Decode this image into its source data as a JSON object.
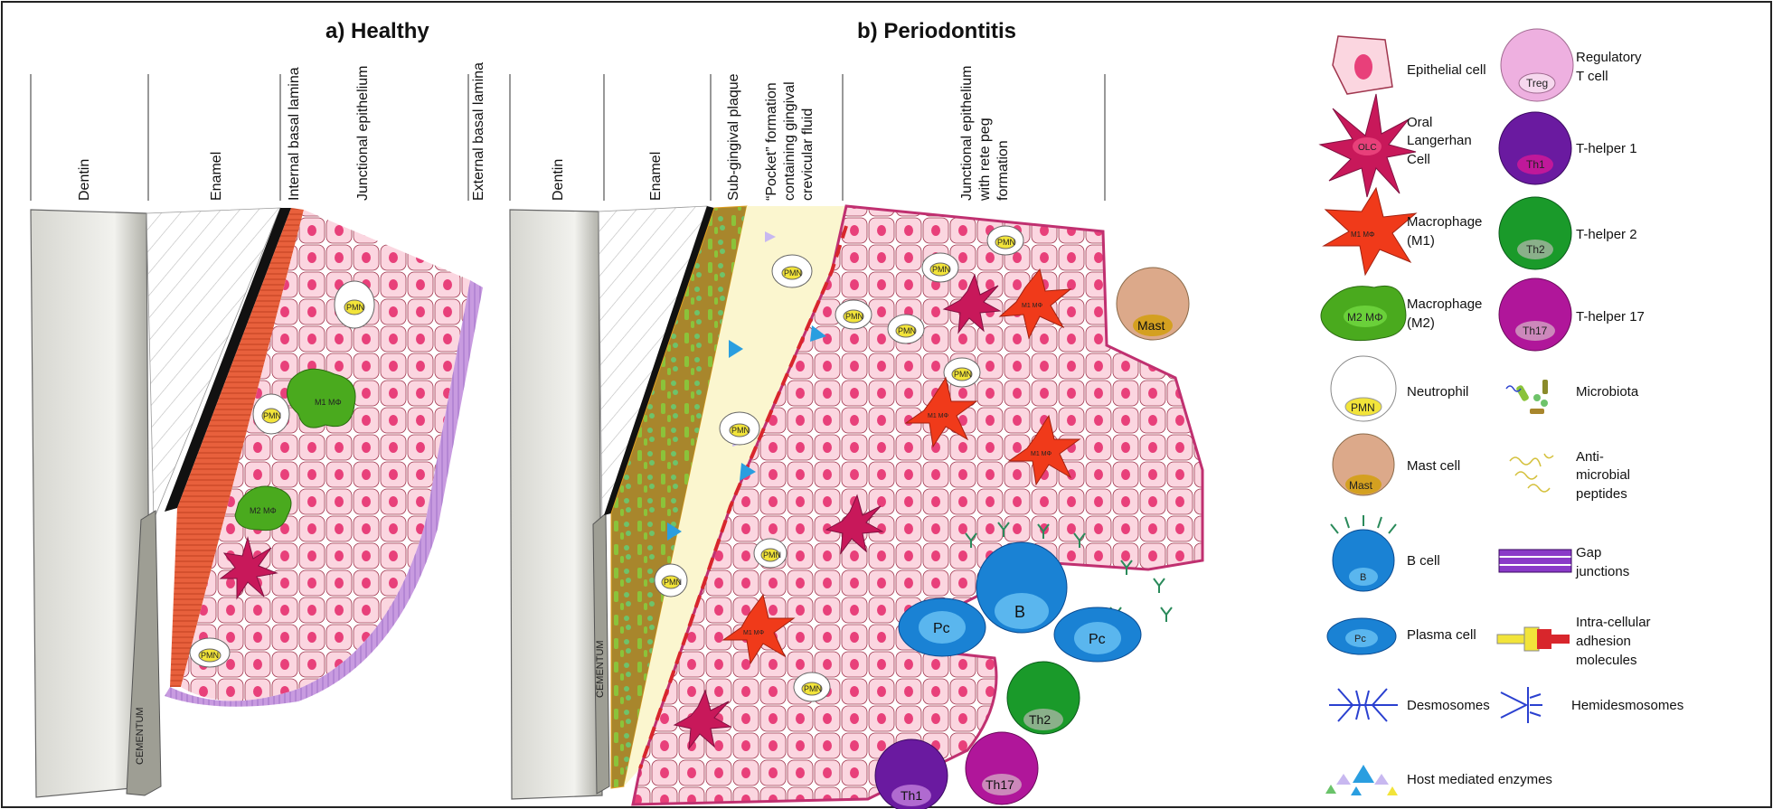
{
  "titles": {
    "healthy": "a) Healthy",
    "periodontitis": "b) Periodontitis"
  },
  "healthy_columns": [
    "Dentin",
    "Enamel",
    "Internal basal lamina",
    "Junctional epithelium",
    "External basal lamina"
  ],
  "perio_columns": {
    "dentin": "Dentin",
    "enamel": "Enamel",
    "plaque": "Sub-gingival plaque",
    "pocket": [
      "“Pocket” formation",
      "containing gingival",
      "crevicular fluid"
    ],
    "je": [
      "Junctional epithelium",
      "with rete peg",
      "formation"
    ]
  },
  "cementum_label": "CEMENTUM",
  "cell_labels": {
    "pmn": "PMN",
    "m1": "M1 MΦ",
    "m2": "M2 MΦ",
    "b": "B",
    "pc": "Pc",
    "mast": "Mast",
    "th1": "Th1",
    "th2": "Th2",
    "th17": "Th17",
    "treg": "Treg",
    "olc": "OLC"
  },
  "legend": {
    "left": [
      {
        "icon": "epithelial-cell-icon",
        "lines": [
          "Epithelial cell"
        ]
      },
      {
        "icon": "langerhans-cell-icon",
        "lines": [
          "Oral",
          "Langerhan",
          "Cell"
        ]
      },
      {
        "icon": "macrophage-m1-icon",
        "lines": [
          "Macrophage",
          "(M1)"
        ]
      },
      {
        "icon": "macrophage-m2-icon",
        "lines": [
          "Macrophage",
          "(M2)"
        ]
      },
      {
        "icon": "neutrophil-icon",
        "lines": [
          "Neutrophil"
        ]
      },
      {
        "icon": "mast-cell-icon",
        "lines": [
          "Mast cell"
        ]
      },
      {
        "icon": "b-cell-icon",
        "lines": [
          "B cell"
        ]
      },
      {
        "icon": "plasma-cell-icon",
        "lines": [
          "Plasma cell"
        ]
      },
      {
        "icon": "desmosome-icon",
        "lines": [
          "Desmosomes"
        ]
      },
      {
        "icon": "enzyme-icon",
        "lines": [
          "Host mediated enzymes"
        ]
      }
    ],
    "right": [
      {
        "icon": "treg-icon",
        "lines": [
          "Regulatory",
          "T cell"
        ]
      },
      {
        "icon": "th1-icon",
        "lines": [
          "T-helper 1"
        ]
      },
      {
        "icon": "th2-icon",
        "lines": [
          "T-helper 2"
        ]
      },
      {
        "icon": "th17-icon",
        "lines": [
          "T-helper 17"
        ]
      },
      {
        "icon": "microbiota-icon",
        "lines": [
          "Microbiota"
        ]
      },
      {
        "icon": "antimicrobial-peptide-icon",
        "lines": [
          "Anti-",
          "microbial",
          "peptides"
        ]
      },
      {
        "icon": "gap-junction-icon",
        "lines": [
          "Gap",
          "junctions"
        ]
      },
      {
        "icon": "adhesion-molecule-icon",
        "lines": [
          "Intra-cellular",
          "adhesion",
          "molecules"
        ]
      },
      {
        "icon": "hemidesmosome-icon",
        "lines": [
          "Hemidesmosomes"
        ]
      }
    ]
  },
  "colors": {
    "epithelium": "#f7c6d3",
    "nucleus": "#e8407a",
    "basal_lamina_external": "#c89be0",
    "basal_lamina_internal": "#e8603c",
    "pocket_fluid": "#fbf6cf",
    "plaque": "#a8862c",
    "m1": "#f03a1a",
    "m2": "#4aaa1e",
    "langerhans": "#c8185a",
    "b_cell": "#1a82d4",
    "th1": "#6a1aa0",
    "th2": "#1a9a2a",
    "th17": "#b0169a",
    "treg": "#eeb0e0",
    "mast": "#dca98a"
  }
}
